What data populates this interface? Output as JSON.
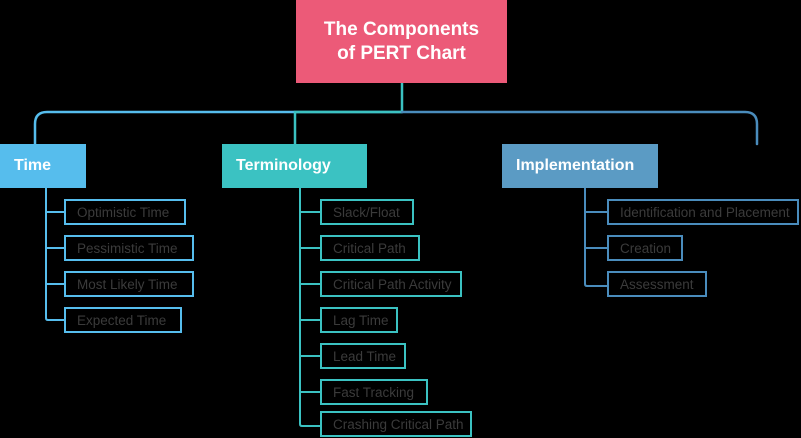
{
  "diagram": {
    "title": "The Components of PERT Chart",
    "background_color": "#000000",
    "root": {
      "label_line1": "The Components",
      "label_line2": "of PERT Chart",
      "fill": "#EC5A78",
      "text_color": "#FFFFFF"
    },
    "branches": [
      {
        "id": "time",
        "label": "Time",
        "fill": "#56BDED",
        "line_color": "#56BDED",
        "text_color": "#FFFFFF",
        "leaves": [
          {
            "label": "Optimistic Time"
          },
          {
            "label": "Pessimistic Time"
          },
          {
            "label": "Most Likely Time"
          },
          {
            "label": "Expected Time"
          }
        ]
      },
      {
        "id": "terminology",
        "label": "Terminology",
        "fill": "#3BC2C2",
        "line_color": "#3BC2C2",
        "text_color": "#FFFFFF",
        "leaves": [
          {
            "label": "Slack/Float"
          },
          {
            "label": "Critical Path"
          },
          {
            "label": "Critical Path Activity"
          },
          {
            "label": "Lag Time"
          },
          {
            "label": "Lead Time"
          },
          {
            "label": "Fast Tracking"
          },
          {
            "label": "Crashing Critical Path"
          }
        ]
      },
      {
        "id": "implementation",
        "label": "Implementation",
        "fill": "#5B9BC4",
        "line_color": "#4A8CBC",
        "text_color": "#FFFFFF",
        "leaves": [
          {
            "label": "Identification and Placement"
          },
          {
            "label": "Creation"
          },
          {
            "label": "Assessment"
          }
        ]
      }
    ]
  }
}
